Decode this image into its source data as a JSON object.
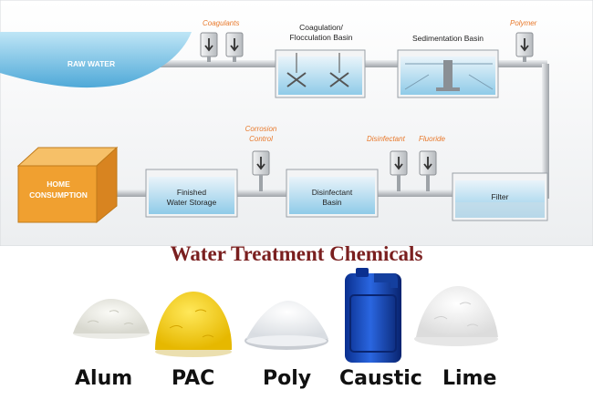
{
  "diagram": {
    "raw_water": "RAW WATER",
    "coagulants": "Coagulants",
    "coag_basin": [
      "Coagulation/",
      "Flocculation Basin"
    ],
    "sed_basin": "Sedimentation Basin",
    "polymer": "Polymer",
    "home": [
      "HOME",
      "CONSUMPTION"
    ],
    "corrosion": [
      "Corrosion",
      "Control"
    ],
    "disinfectant_label": "Disinfectant",
    "fluoride": "Fluoride",
    "finished": [
      "Finished",
      "Water Storage"
    ],
    "disinfectant_basin": [
      "Disinfectant",
      "Basin"
    ],
    "filter": "Filter"
  },
  "title": "Water Treatment Chemicals",
  "chemicals": [
    {
      "name": "Alum",
      "icon": "alum-powder-icon"
    },
    {
      "name": "PAC",
      "icon": "pac-powder-icon"
    },
    {
      "name": "Poly",
      "icon": "polymer-powder-icon"
    },
    {
      "name": "Caustic",
      "icon": "caustic-jerrycan-icon"
    },
    {
      "name": "Lime",
      "icon": "lime-powder-icon"
    }
  ],
  "colors": {
    "label_orange": "#e8782a",
    "title_maroon": "#7a1f1f",
    "water_blue": "#7ec8e8",
    "pipe_gray": "#c9ccd0",
    "house_orange": "#f0a030"
  }
}
